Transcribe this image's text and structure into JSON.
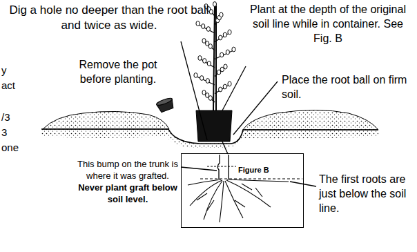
{
  "diagram": {
    "nodes": [
      {
        "text": [
          "Figure B"
        ]
      }
    ],
    "labels": [
      "Dig a hole no deeper than the root ball and twice as wide.",
      "Plant at the depth of the original soil line while in container. See Fig. B",
      "Remove the pot before planting.",
      "Place the root ball on firm soil.",
      "This bump on the trunk is where it was grafted.",
      "Never plant graft below soil level.",
      "The first roots are just below the soil line.",
      "y",
      "act",
      "/3",
      "3",
      "one"
    ]
  }
}
